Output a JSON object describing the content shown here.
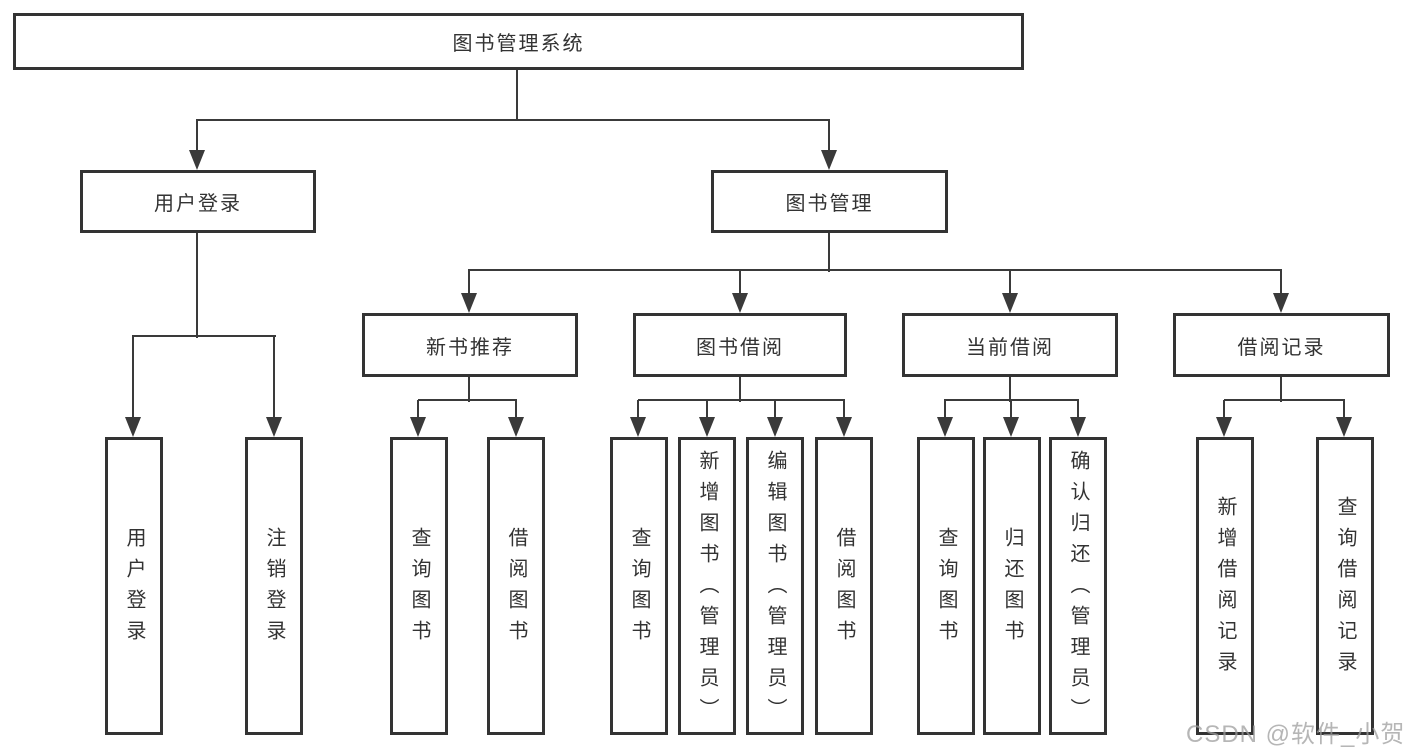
{
  "diagram": {
    "title": "图书管理系统",
    "root": {
      "label": "图书管理系统"
    },
    "level2": [
      {
        "label": "用户登录"
      },
      {
        "label": "图书管理"
      }
    ],
    "level3": [
      {
        "label": "新书推荐",
        "parent": "图书管理"
      },
      {
        "label": "图书借阅",
        "parent": "图书管理"
      },
      {
        "label": "当前借阅",
        "parent": "图书管理"
      },
      {
        "label": "借阅记录",
        "parent": "图书管理"
      }
    ],
    "leaves": [
      {
        "label": "用户登录",
        "parent": "用户登录"
      },
      {
        "label": "注销登录",
        "parent": "用户登录"
      },
      {
        "label": "查询图书",
        "parent": "新书推荐"
      },
      {
        "label": "借阅图书",
        "parent": "新书推荐"
      },
      {
        "label": "查询图书",
        "parent": "图书借阅"
      },
      {
        "label": "新增图书（管理员）",
        "parent": "图书借阅"
      },
      {
        "label": "编辑图书（管理员）",
        "parent": "图书借阅"
      },
      {
        "label": "借阅图书",
        "parent": "图书借阅"
      },
      {
        "label": "查询图书",
        "parent": "当前借阅"
      },
      {
        "label": "归还图书",
        "parent": "当前借阅"
      },
      {
        "label": "确认归还（管理员）",
        "parent": "当前借阅"
      },
      {
        "label": "新增借阅记录",
        "parent": "借阅记录"
      },
      {
        "label": "查询借阅记录",
        "parent": "借阅记录"
      }
    ],
    "watermark": "CSDN @软件_小贺同学",
    "colors": {
      "line": "#3a3a3a",
      "border": "#333333",
      "text": "#333333",
      "background": "#ffffff",
      "watermark": "#9e9e9e"
    }
  }
}
